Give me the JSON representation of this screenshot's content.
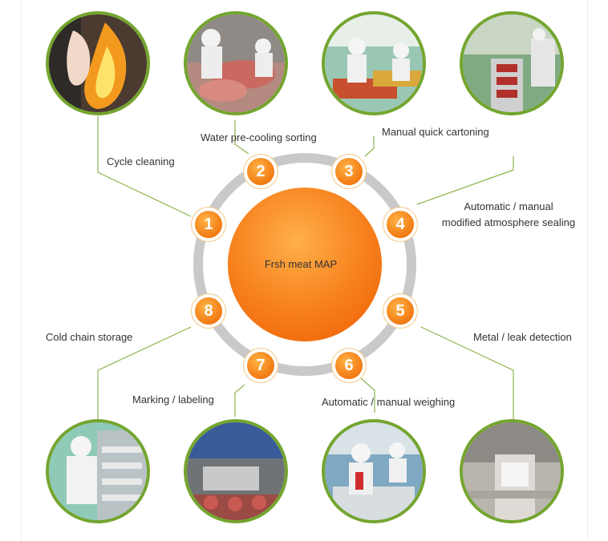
{
  "center": {
    "title": "Frsh meat MAP"
  },
  "steps": [
    {
      "number": "1",
      "label": "Cycle cleaning"
    },
    {
      "number": "2",
      "label": "Water pre-cooling sorting"
    },
    {
      "number": "3",
      "label": "Manual quick cartoning"
    },
    {
      "number": "4",
      "label_line1": "Automatic / manual",
      "label_line2": "modified atmosphere sealing"
    },
    {
      "number": "5",
      "label": "Metal / leak detection"
    },
    {
      "number": "6",
      "label": "Automatic / manual weighing"
    },
    {
      "number": "7",
      "label": "Marking / labeling"
    },
    {
      "number": "8",
      "label": "Cold chain storage"
    }
  ],
  "colors": {
    "ring": "#c9c9c9",
    "badge_orange": "#f27a12",
    "connector_green": "#8db44e",
    "photo_border": "#74a52f",
    "center_gradient_light": "#ffb04a",
    "center_gradient_dark": "#f26a0c"
  },
  "photos": [
    {
      "icon": "flame-cleaning-photo"
    },
    {
      "icon": "meat-sorting-photo"
    },
    {
      "icon": "cartoning-photo"
    },
    {
      "icon": "sealing-machine-photo"
    },
    {
      "icon": "cold-storage-photo"
    },
    {
      "icon": "labeling-machine-photo"
    },
    {
      "icon": "weighing-photo"
    },
    {
      "icon": "metal-detection-photo"
    }
  ]
}
